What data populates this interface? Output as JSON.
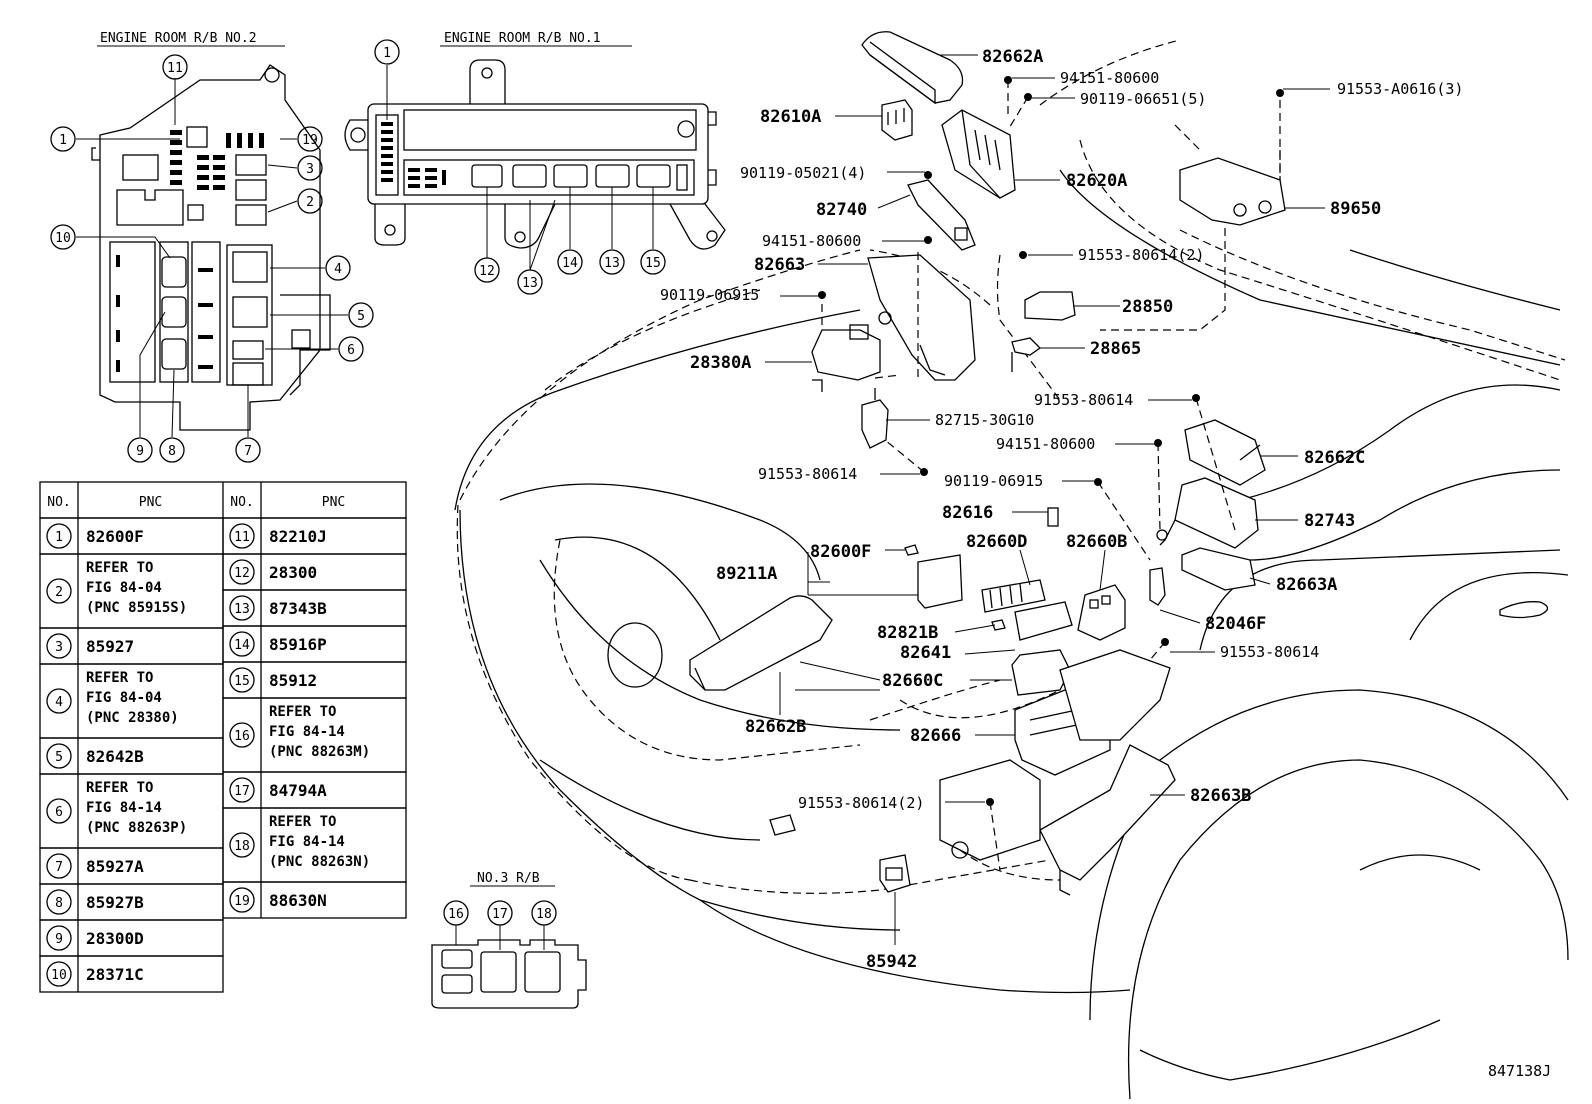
{
  "titles": {
    "rb2": "ENGINE ROOM R/B NO.2",
    "rb1": "ENGINE ROOM R/B NO.1",
    "rb3": "NO.3 R/B"
  },
  "circle_numbers": [
    "1",
    "2",
    "3",
    "4",
    "5",
    "6",
    "7",
    "8",
    "9",
    "10",
    "11",
    "12",
    "13",
    "14",
    "15",
    "16",
    "17",
    "18",
    "19"
  ],
  "table": {
    "headers": [
      "NO.",
      "PNC",
      "NO.",
      "PNC"
    ],
    "left_rows": [
      {
        "no": "1",
        "pnc": [
          "82600F"
        ]
      },
      {
        "no": "2",
        "pnc": [
          "REFER TO",
          "FIG 84-04",
          "(PNC 85915S)"
        ]
      },
      {
        "no": "3",
        "pnc": [
          "85927"
        ]
      },
      {
        "no": "4",
        "pnc": [
          "REFER TO",
          "FIG 84-04",
          "(PNC 28380)"
        ]
      },
      {
        "no": "5",
        "pnc": [
          "82642B"
        ]
      },
      {
        "no": "6",
        "pnc": [
          "REFER TO",
          "FIG 84-14",
          "(PNC 88263P)"
        ]
      },
      {
        "no": "7",
        "pnc": [
          "85927A"
        ]
      },
      {
        "no": "8",
        "pnc": [
          "85927B"
        ]
      },
      {
        "no": "9",
        "pnc": [
          "28300D"
        ]
      },
      {
        "no": "10",
        "pnc": [
          "28371C"
        ]
      }
    ],
    "right_rows": [
      {
        "no": "11",
        "pnc": [
          "82210J"
        ]
      },
      {
        "no": "12",
        "pnc": [
          "28300"
        ]
      },
      {
        "no": "13",
        "pnc": [
          "87343B"
        ]
      },
      {
        "no": "14",
        "pnc": [
          "85916P"
        ]
      },
      {
        "no": "15",
        "pnc": [
          "85912"
        ]
      },
      {
        "no": "16",
        "pnc": [
          "REFER TO",
          "FIG 84-14",
          "(PNC 88263M)"
        ]
      },
      {
        "no": "17",
        "pnc": [
          "84794A"
        ]
      },
      {
        "no": "18",
        "pnc": [
          "REFER TO",
          "FIG 84-14",
          "(PNC 88263N)"
        ]
      },
      {
        "no": "19",
        "pnc": [
          "88630N"
        ]
      }
    ]
  },
  "part_labels": {
    "p82662A": "82662A",
    "p94151_80600_top": "94151-80600",
    "p90119_06651": "90119-06651(5)",
    "p91553_A0616": "91553-A0616(3)",
    "p82610A": "82610A",
    "p90119_05021": "90119-05021(4)",
    "p82620A": "82620A",
    "p89650": "89650",
    "p82740": "82740",
    "p94151_80600_mid": "94151-80600",
    "p91553_80614_2_top": "91553-80614(2)",
    "p82663": "82663",
    "p90119_06915_left": "90119-06915",
    "p28850": "28850",
    "p28380A": "28380A",
    "p28865": "28865",
    "p91553_80614_a": "91553-80614",
    "p82715_30G10": "82715-30G10",
    "p94151_80600_low": "94151-80600",
    "p82662C": "82662C",
    "p91553_80614_b": "91553-80614",
    "p90119_06915_right": "90119-06915",
    "p82743": "82743",
    "p82616": "82616",
    "p82660D": "82660D",
    "p82660B": "82660B",
    "p89211A": "89211A",
    "p82600F": "82600F",
    "p82663A": "82663A",
    "p82821B": "82821B",
    "p82046F": "82046F",
    "p82641": "82641",
    "p91553_80614_c": "91553-80614",
    "p82660C": "82660C",
    "p82662B": "82662B",
    "p82666": "82666",
    "p91553_80614_2_low": "91553-80614(2)",
    "p82663B": "82663B",
    "p85942": "85942"
  },
  "figure_code": "847138J"
}
